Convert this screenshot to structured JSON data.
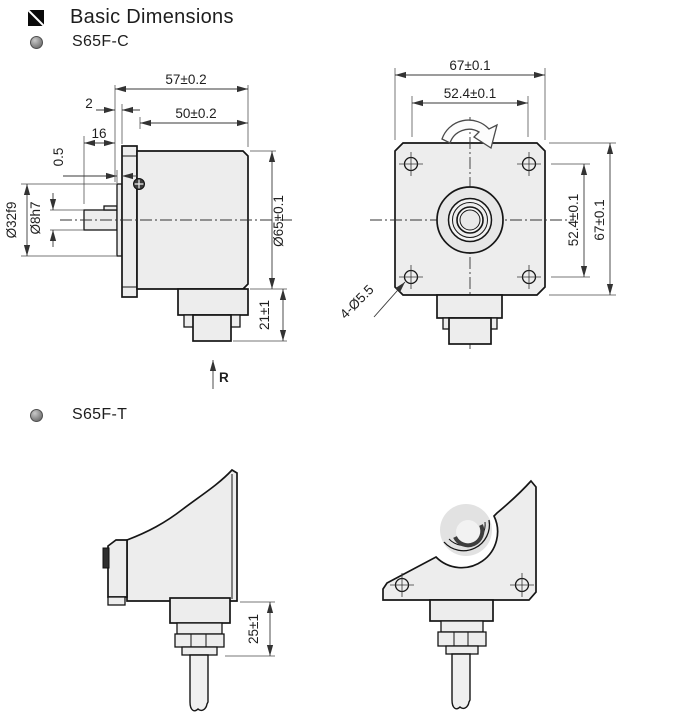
{
  "header": {
    "title": "Basic Dimensions"
  },
  "sections": {
    "c": {
      "label": "S65F-C"
    },
    "t": {
      "label": "S65F-T"
    }
  },
  "s65fc_side": {
    "total_length": "57±0.2",
    "flange_thickness": "2",
    "shaft_length": "16",
    "body_length": "50±0.2",
    "boss_step": "0.5",
    "boss_diameter": "Ø32f9",
    "shaft_diameter": "Ø8h7",
    "body_diameter": "Ø65±0.1",
    "connector_height": "21±1",
    "rotation_reference": "R"
  },
  "s65fc_front": {
    "width": "67±0.1",
    "hole_spacing_horizontal": "52.4±0.1",
    "hole_spacing_vertical": "52.4±0.1",
    "height": "67±0.1",
    "mounting_holes": "4-Ø5.5"
  },
  "s65ft_side": {
    "gland_height": "25±1"
  },
  "style": {
    "body_fill": "#ededed",
    "line_color": "#161616",
    "dimension_color": "#3a3a3a"
  }
}
